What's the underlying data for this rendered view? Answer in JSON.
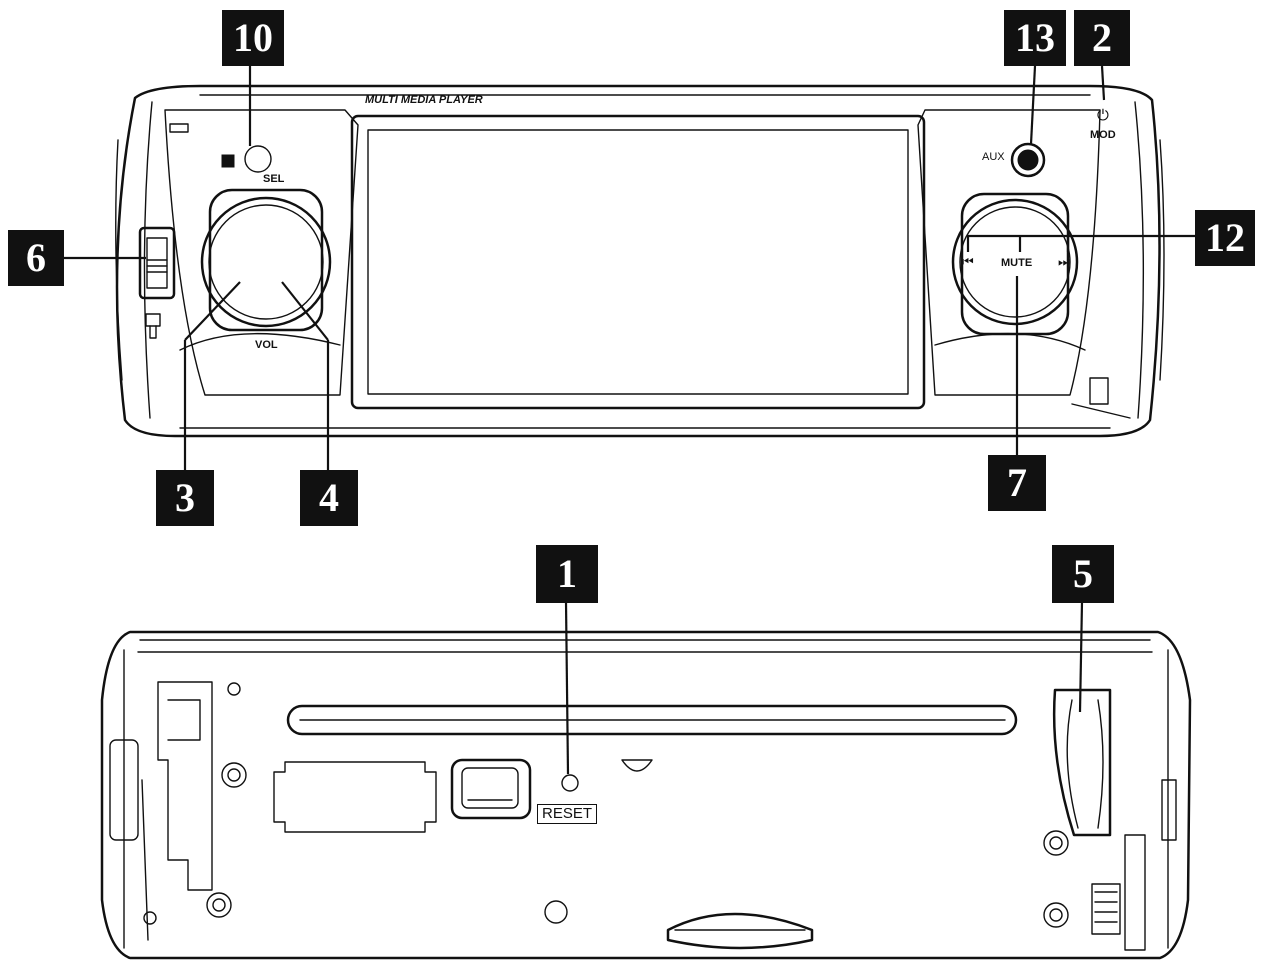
{
  "front_panel": {
    "brand_label": "MULTI MEDIA PLAYER",
    "sel_label": "SEL",
    "vol_label": "VOL",
    "aux_label": "AUX",
    "mod_label": "MOD",
    "mute_label": "MUTE",
    "prev_symbol": "⏮",
    "next_symbol": "⏭",
    "power_symbol": "⏻"
  },
  "rear_panel": {
    "reset_label": "RESET"
  },
  "callouts": {
    "c10": "10",
    "c13": "13",
    "c2": "2",
    "c6": "6",
    "c12": "12",
    "c3": "3",
    "c4": "4",
    "c7": "7",
    "c1": "1",
    "c5": "5"
  },
  "colors": {
    "ink": "#111111",
    "paper": "#ffffff"
  }
}
